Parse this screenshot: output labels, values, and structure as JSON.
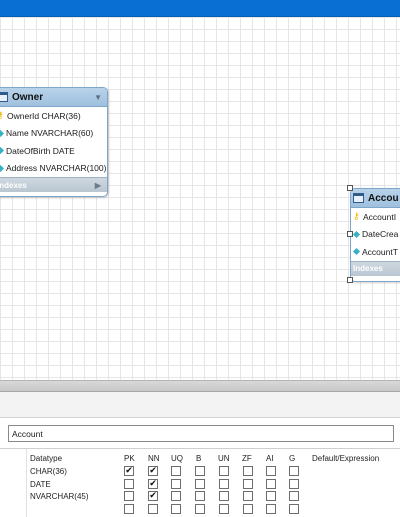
{
  "diagram": {
    "tables": [
      {
        "name": "Owner",
        "columns": [
          {
            "label": "OwnerId CHAR(36)",
            "icon": "key-icon"
          },
          {
            "label": "Name NVARCHAR(60)",
            "icon": "diamond-icon"
          },
          {
            "label": "DateOfBirth DATE",
            "icon": "diamond-icon"
          },
          {
            "label": "Address NVARCHAR(100)",
            "icon": "diamond-icon"
          }
        ],
        "indexes_label": "Indexes"
      },
      {
        "name": "Accou",
        "columns": [
          {
            "label": "AccountI",
            "icon": "key-icon"
          },
          {
            "label": "DateCrea",
            "icon": "diamond-icon"
          },
          {
            "label": "AccountT",
            "icon": "diamond-icon"
          }
        ],
        "indexes_label": "Indexes"
      }
    ]
  },
  "editor": {
    "table_name": "Account",
    "columns_header": {
      "datatype": "Datatype",
      "pk": "PK",
      "nn": "NN",
      "uq": "UQ",
      "b": "B",
      "un": "UN",
      "zf": "ZF",
      "ai": "AI",
      "g": "G",
      "default": "Default/Expression"
    },
    "rows": [
      {
        "datatype": "CHAR(36)",
        "pk": "✔",
        "nn": "✔"
      },
      {
        "datatype": "DATE",
        "pk": "",
        "nn": "✔"
      },
      {
        "datatype": "NVARCHAR(45)",
        "pk": "",
        "nn": "✔"
      },
      {
        "datatype": "",
        "pk": "",
        "nn": ""
      }
    ]
  },
  "colors": {
    "title_bar": "#0a6fd2",
    "table_header": "#a9c8e4",
    "key_icon": "#e8b800",
    "column_icon": "#37b2c3"
  }
}
